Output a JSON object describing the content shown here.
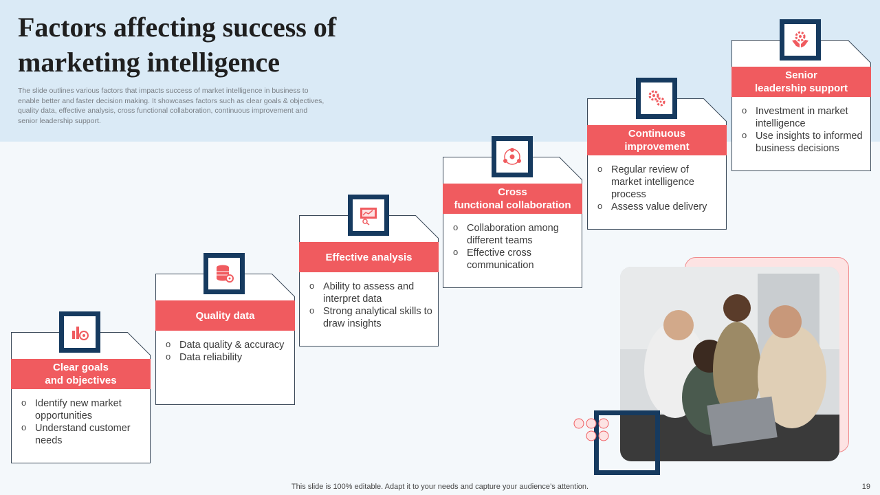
{
  "title": "Factors affecting success of marketing intelligence",
  "subtitle": "The slide outlines various factors that impacts success of market intelligence in business to enable better and faster decision making. It showcases factors such as clear goals & objectives, quality data, effective analysis, cross functional collaboration, continuous improvement and senior leadership support.",
  "cards": [
    {
      "title": "Clear goals\nand objectives",
      "icon": "target-chart-icon",
      "items": [
        "Identify new market opportunities",
        "Understand customer needs"
      ]
    },
    {
      "title": "Quality data",
      "icon": "database-gear-icon",
      "items": [
        "Data quality & accuracy",
        "Data reliability"
      ]
    },
    {
      "title": "Effective analysis",
      "icon": "presentation-analysis-icon",
      "items": [
        "Ability to assess and interpret data",
        "Strong analytical skills to draw insights"
      ]
    },
    {
      "title": "Cross\nfunctional collaboration",
      "icon": "team-collaboration-icon",
      "items": [
        "Collaboration among different teams",
        "Effective cross communication"
      ]
    },
    {
      "title": "Continuous\nimprovement",
      "icon": "gears-icon",
      "items": [
        "Regular review of market intelligence process",
        "Assess value delivery"
      ]
    },
    {
      "title": "Senior\nleadership support",
      "icon": "hands-gear-icon",
      "items": [
        "Investment in market intelligence",
        "Use insights to informed business decisions"
      ]
    }
  ],
  "footer": "This slide is 100% editable. Adapt it to your needs and capture your audience’s attention.",
  "page_number": "19",
  "colors": {
    "accent": "#f05b5f",
    "navy": "#163a5f",
    "band": "#daeaf6"
  }
}
